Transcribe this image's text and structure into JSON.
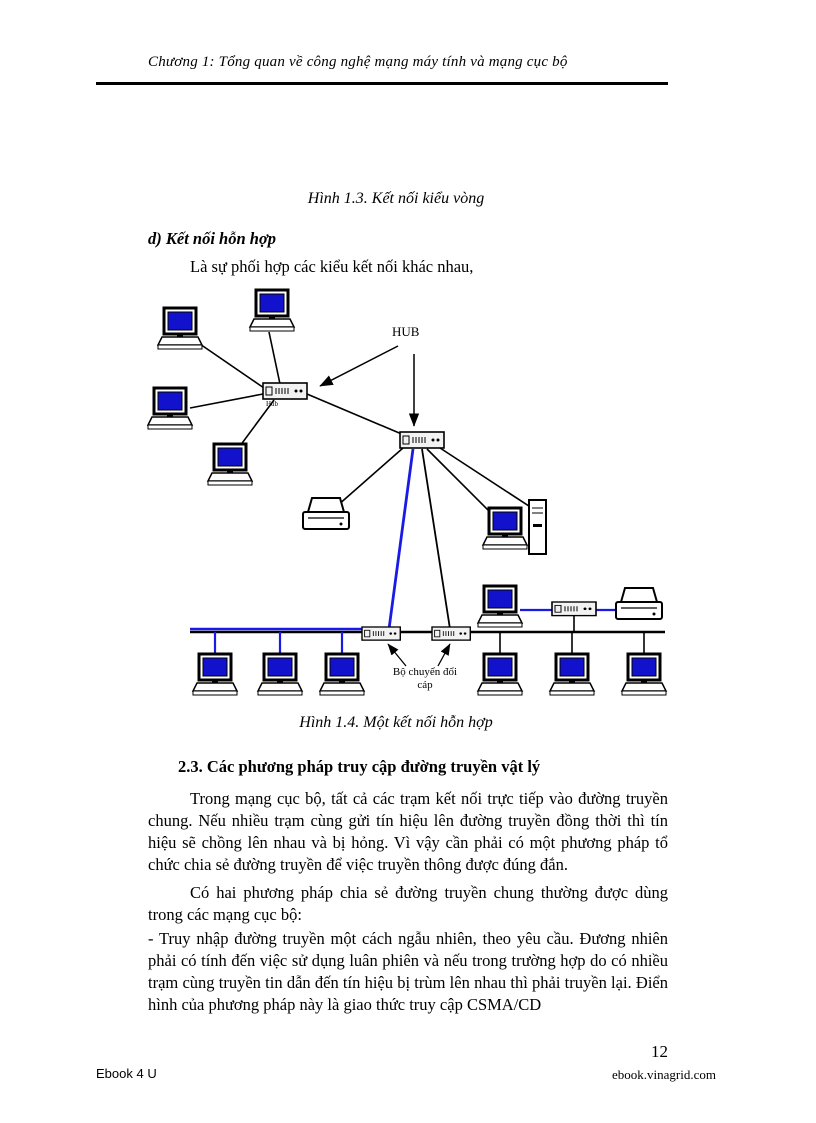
{
  "header": {
    "chapter": "Chương 1: Tổng quan về công nghệ mạng máy tính và mạng cục bộ"
  },
  "figure13": {
    "caption": "Hình 1.3. Kết nối kiểu vòng"
  },
  "sectionD": {
    "heading": "d) Kết nối hỗn hợp",
    "intro": "Là sự phối hợp các kiểu kết nối khác nhau,"
  },
  "diagram": {
    "hub_callout": "HUB",
    "hub1_label": "Hub",
    "converter_callout": "Bộ chuyển đổi cáp",
    "colors": {
      "screen_blue": "#1212cc",
      "cable_blue": "#1a1ae6",
      "line_black": "#000000"
    }
  },
  "figure14": {
    "caption": "Hình 1.4. Một kết nối hỗn hợp"
  },
  "section23": {
    "heading": "2.3. Các phương pháp truy cập đường truyền vật lý",
    "para1": "Trong mạng cục bộ, tất cả các trạm kết nối trực tiếp vào đường truyền chung. Nếu nhiều trạm cùng gửi tín hiệu lên đường truyền đồng thời thì tín hiệu sẽ chồng lên nhau và bị hỏng. Vì vậy cần phải có một phương pháp tổ chức chia sẻ đường truyền để việc truyền thông được đúng đắn.",
    "para2": "Có hai phương pháp chia sẻ đường truyền chung thường được dùng trong các mạng cục bộ:",
    "para3": "- Truy nhập đường truyền một cách ngẫu nhiên, theo yêu cầu. Đương nhiên phải có tính đến việc sử dụng luân phiên và nếu trong trường hợp do có nhiều trạm cùng truyền tin dẫn đến tín hiệu bị trùm lên nhau thì phải truyền lại. Điển hình của phương pháp này là giao thức truy cập CSMA/CD"
  },
  "footer": {
    "left": "Ebook 4 U",
    "page_number": "12",
    "site": "ebook.vinagrid.com"
  }
}
